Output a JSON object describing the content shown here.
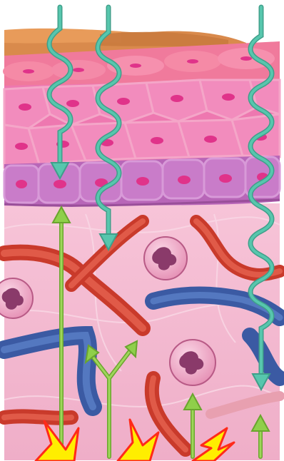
{
  "diagram": {
    "layers": [
      {
        "name": "stratum-corneum",
        "color": "#d9874a"
      },
      {
        "name": "upper-epidermis",
        "color": "#f07a9c"
      },
      {
        "name": "mid-epidermis",
        "color": "#ee78b0"
      },
      {
        "name": "basal-layer",
        "color": "#c26fc2"
      },
      {
        "name": "dermis",
        "color": "#f2b6cf"
      }
    ],
    "colors": {
      "wavy_arrow": "#57c6ad",
      "straight_arrow": "#8fcf4a",
      "artery": "#d6402f",
      "vein": "#3d5fa8",
      "cell_nucleus": "#e0338a",
      "immune_cell": "#f4a7c2",
      "burst": "#ffee00",
      "burst_outline": "#ff2a1a"
    },
    "icons": [
      "wavy-arrow-icon",
      "straight-arrow-icon",
      "burst-icon",
      "immune-cell-icon"
    ]
  }
}
